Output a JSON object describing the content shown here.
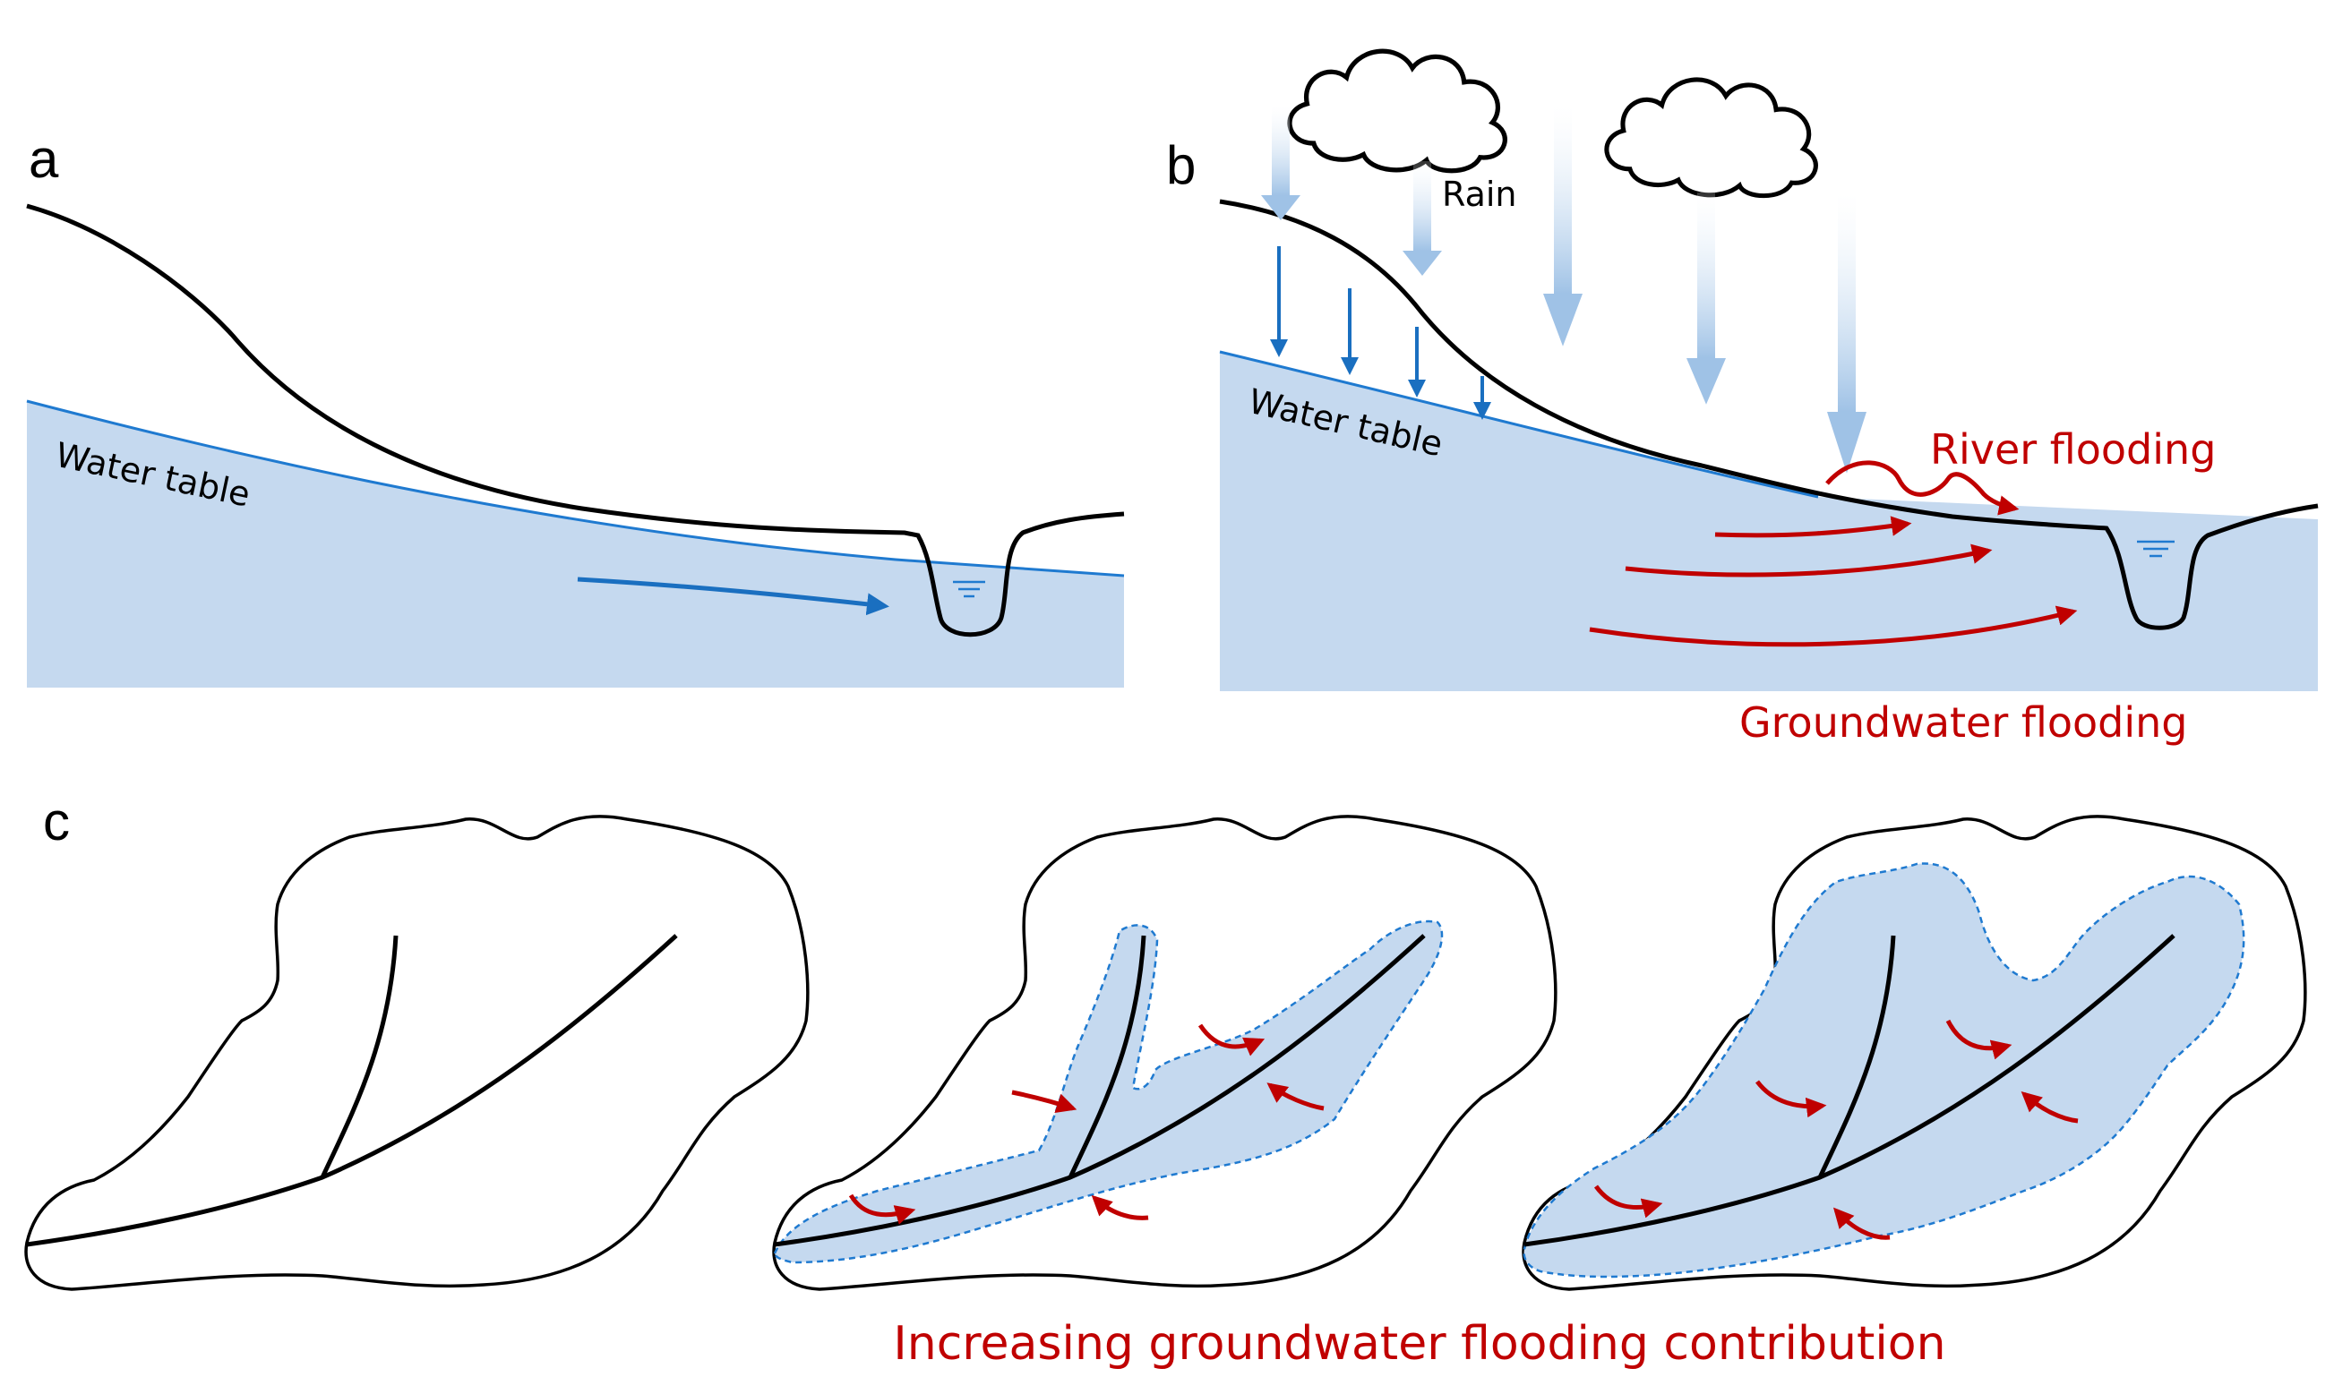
{
  "panels": {
    "a": {
      "letter": "a",
      "water_table_label": "Water table"
    },
    "b": {
      "letter": "b",
      "rain_label": "Rain",
      "water_table_label": "Water table",
      "river_flooding_label": "River flooding",
      "groundwater_flooding_label": "Groundwater flooding"
    },
    "c": {
      "letter": "c",
      "caption": "Increasing groundwater flooding contribution"
    }
  },
  "colors": {
    "groundwater_fill": "#c5d9ef",
    "water_table_line": "#1f7ad0",
    "flow_arrow_blue": "#1a6fc0",
    "flood_arrow_red": "#c00000",
    "terrain_line": "#000000"
  }
}
